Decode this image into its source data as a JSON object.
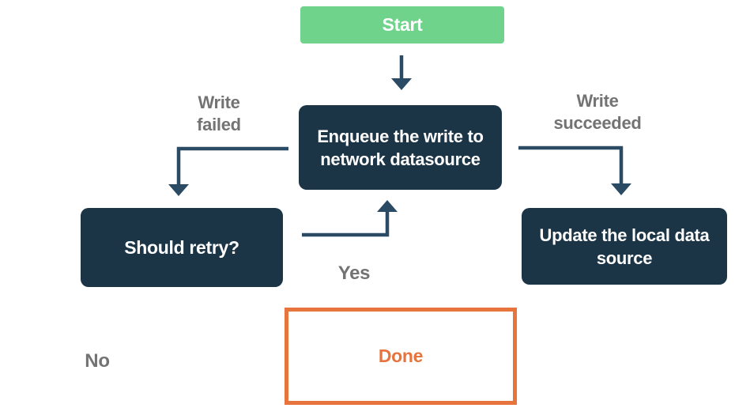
{
  "diagram": {
    "title": "offline-first write flowchart",
    "colors": {
      "background": "#ffffff",
      "start_fill": "#6fd38c",
      "node_fill": "#1b3547",
      "node_text": "#ffffff",
      "arrow": "#2b4a63",
      "edge_label_text": "#737373",
      "done_accent": "#e7743c"
    },
    "nodes": {
      "start": {
        "label": "Start"
      },
      "enqueue": {
        "lines": [
          "Enqueue the write to",
          "network datasource"
        ]
      },
      "should_retry": {
        "label": "Should retry?"
      },
      "update_local": {
        "lines": [
          "Update the local data",
          "source"
        ]
      },
      "done": {
        "label": "Done"
      }
    },
    "edge_labels": {
      "write_failed": {
        "lines": [
          "Write",
          "failed"
        ]
      },
      "write_succeeded": {
        "lines": [
          "Write",
          "succeeded"
        ]
      },
      "yes": "Yes",
      "no": "No"
    }
  }
}
